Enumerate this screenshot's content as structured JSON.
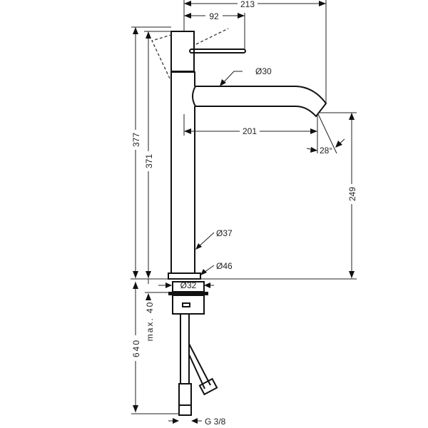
{
  "dimensions": {
    "overall_reach": "213",
    "lever_reach": "92",
    "spout_diameter": "Ø30",
    "spout_projection": "201",
    "spray_angle": "28°",
    "spout_height": "249",
    "total_height": "377",
    "body_height": "371",
    "body_diameter": "Ø37",
    "base_diameter": "Ø46",
    "shank_diameter": "Ø32",
    "hose_length": "640",
    "max_deck_thickness": "max. 40",
    "connection_thread": "G 3/8"
  }
}
